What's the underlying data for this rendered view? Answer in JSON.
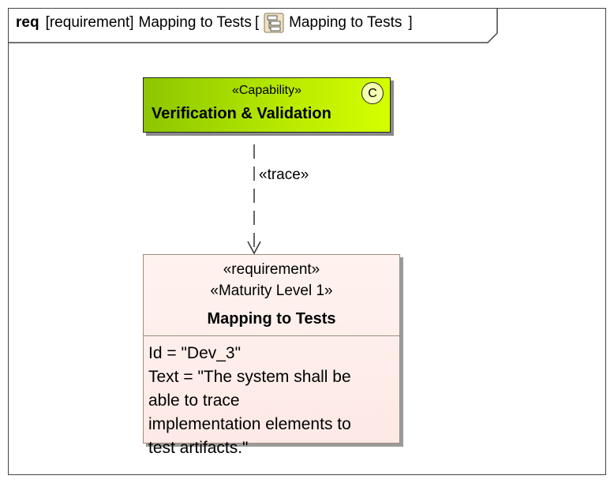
{
  "frame": {
    "keyword": "req",
    "kind": "[requirement]",
    "name": "Mapping to Tests",
    "bracket_open": "[",
    "diagram_name": "Mapping to Tests",
    "bracket_close": "]",
    "diagram_icon": "diagram-icon"
  },
  "capability": {
    "stereotype": "«Capability»",
    "name": "Verification & Validation",
    "badge": "C",
    "color_start": "#8cc600",
    "color_end": "#d4ff00"
  },
  "trace": {
    "label": "«trace»"
  },
  "requirement": {
    "stereotype1": "«requirement»",
    "stereotype2": "«Maturity Level 1»",
    "name": "Mapping to Tests",
    "id_line": "Id = \"Dev_3\"",
    "text_lines": [
      "Text = \"The system shall be",
      "able to trace",
      "implementation elements to",
      "test artifacts.\""
    ],
    "fill": "#fdeae6"
  }
}
